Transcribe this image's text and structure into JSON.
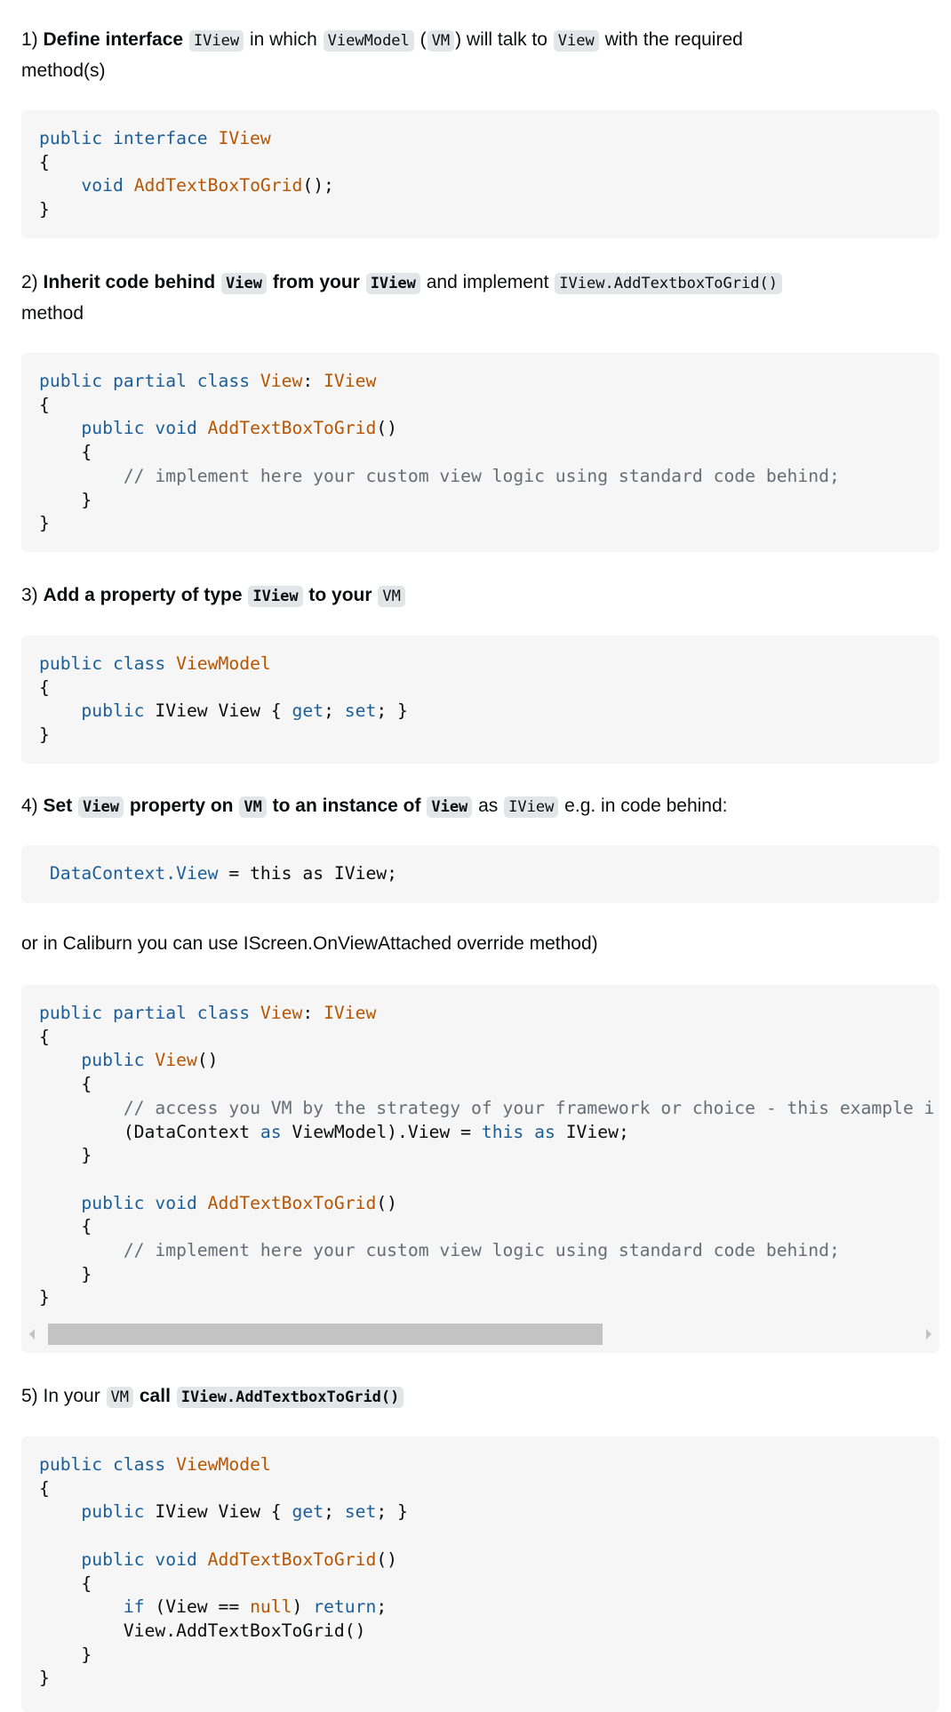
{
  "colors": {
    "keyword": "#1c5e98",
    "type": "#b75501",
    "comment": "#656e77",
    "code_bg": "#f6f6f6",
    "inline_code_bg": "#e3e6e8"
  },
  "paragraphs": [
    {
      "lines": [
        [
          [
            "t",
            "1) "
          ],
          [
            "b",
            "Define interface"
          ],
          [
            "t",
            " "
          ],
          [
            "c",
            "IView"
          ],
          [
            "t",
            " in which "
          ],
          [
            "c",
            "ViewModel"
          ],
          [
            "t",
            " ("
          ],
          [
            "c",
            "VM"
          ],
          [
            "t",
            ") will talk to "
          ],
          [
            "c",
            "View"
          ],
          [
            "t",
            " with the required"
          ]
        ],
        [
          [
            "t",
            "method(s)"
          ]
        ]
      ]
    },
    {
      "lines": [
        [
          [
            "t",
            "2) "
          ],
          [
            "b",
            "Inherit code behind"
          ],
          [
            "t",
            " "
          ],
          [
            "bc",
            "View"
          ],
          [
            "b",
            " from your "
          ],
          [
            "bc",
            "IView"
          ],
          [
            "t",
            " and implement "
          ],
          [
            "c",
            "IView.AddTextboxToGrid()"
          ]
        ],
        [
          [
            "t",
            "method"
          ]
        ]
      ]
    },
    {
      "lines": [
        [
          [
            "t",
            "3) "
          ],
          [
            "b",
            "Add a property of type "
          ],
          [
            "bc",
            "IView"
          ],
          [
            "b",
            " to your "
          ],
          [
            "c",
            "VM"
          ]
        ]
      ]
    },
    {
      "lines": [
        [
          [
            "t",
            "4) "
          ],
          [
            "b",
            "Set "
          ],
          [
            "bc",
            "View"
          ],
          [
            "b",
            " property on "
          ],
          [
            "bc",
            "VM"
          ],
          [
            "b",
            " to an instance of "
          ],
          [
            "bc",
            "View"
          ],
          [
            "t",
            " as "
          ],
          [
            "c",
            "IView"
          ],
          [
            "t",
            " e.g. in code behind:"
          ]
        ]
      ]
    },
    {
      "lines": [
        [
          [
            "t",
            "or in Caliburn you can use IScreen.OnViewAttached override method)"
          ]
        ]
      ]
    },
    {
      "lines": [
        [
          [
            "t",
            "5) In your "
          ],
          [
            "c",
            "VM"
          ],
          [
            "t",
            " "
          ],
          [
            "b",
            "call"
          ],
          [
            "t",
            " "
          ],
          [
            "bc",
            "IView.AddTextboxToGrid()"
          ]
        ]
      ]
    }
  ],
  "code_blocks": [
    [
      [
        [
          "k",
          "public interface "
        ],
        [
          "t",
          "IView"
        ]
      ],
      [
        [
          "p",
          "{"
        ]
      ],
      [
        [
          "p",
          "    "
        ],
        [
          "k",
          "void "
        ],
        [
          "t",
          "AddTextBoxToGrid"
        ],
        [
          "p",
          "();"
        ]
      ],
      [
        [
          "p",
          "}"
        ]
      ]
    ],
    [
      [
        [
          "k",
          "public partial class "
        ],
        [
          "t",
          "View"
        ],
        [
          "p",
          ": "
        ],
        [
          "t",
          "IView"
        ]
      ],
      [
        [
          "p",
          "{"
        ]
      ],
      [
        [
          "p",
          "    "
        ],
        [
          "k",
          "public void "
        ],
        [
          "t",
          "AddTextBoxToGrid"
        ],
        [
          "p",
          "()"
        ]
      ],
      [
        [
          "p",
          "    {"
        ]
      ],
      [
        [
          "p",
          "        "
        ],
        [
          "c",
          "// implement here your custom view logic using standard code behind;"
        ]
      ],
      [
        [
          "p",
          "    }"
        ]
      ],
      [
        [
          "p",
          "}"
        ]
      ]
    ],
    [
      [
        [
          "k",
          "public class "
        ],
        [
          "t",
          "ViewModel"
        ]
      ],
      [
        [
          "p",
          "{"
        ]
      ],
      [
        [
          "p",
          "    "
        ],
        [
          "k",
          "public"
        ],
        [
          "p",
          " IView View { "
        ],
        [
          "k",
          "get"
        ],
        [
          "p",
          "; "
        ],
        [
          "k",
          "set"
        ],
        [
          "p",
          "; }"
        ]
      ],
      [
        [
          "p",
          "}"
        ]
      ]
    ],
    [
      [
        [
          "p",
          " "
        ],
        [
          "k",
          "DataContext.View"
        ],
        [
          "p",
          " = this as IView;"
        ]
      ]
    ],
    [
      [
        [
          "k",
          "public partial class "
        ],
        [
          "t",
          "View"
        ],
        [
          "p",
          ": "
        ],
        [
          "t",
          "IView"
        ]
      ],
      [
        [
          "p",
          "{"
        ]
      ],
      [
        [
          "p",
          "    "
        ],
        [
          "k",
          "public "
        ],
        [
          "t",
          "View"
        ],
        [
          "p",
          "()"
        ]
      ],
      [
        [
          "p",
          "    {"
        ]
      ],
      [
        [
          "p",
          "        "
        ],
        [
          "c",
          "// access you VM by the strategy of your framework or choice - this example i"
        ]
      ],
      [
        [
          "p",
          "        (DataContext "
        ],
        [
          "k",
          "as"
        ],
        [
          "p",
          " ViewModel).View = "
        ],
        [
          "k",
          "this as"
        ],
        [
          "p",
          " IView;"
        ]
      ],
      [
        [
          "p",
          "    }"
        ]
      ],
      [
        [
          "p",
          ""
        ]
      ],
      [
        [
          "p",
          "    "
        ],
        [
          "k",
          "public void "
        ],
        [
          "t",
          "AddTextBoxToGrid"
        ],
        [
          "p",
          "()"
        ]
      ],
      [
        [
          "p",
          "    {"
        ]
      ],
      [
        [
          "p",
          "        "
        ],
        [
          "c",
          "// implement here your custom view logic using standard code behind;"
        ]
      ],
      [
        [
          "p",
          "    }"
        ]
      ],
      [
        [
          "p",
          "}"
        ]
      ]
    ],
    [
      [
        [
          "k",
          "public class "
        ],
        [
          "t",
          "ViewModel"
        ]
      ],
      [
        [
          "p",
          "{"
        ]
      ],
      [
        [
          "p",
          "    "
        ],
        [
          "k",
          "public"
        ],
        [
          "p",
          " IView View { "
        ],
        [
          "k",
          "get"
        ],
        [
          "p",
          "; "
        ],
        [
          "k",
          "set"
        ],
        [
          "p",
          "; }"
        ]
      ],
      [
        [
          "p",
          ""
        ]
      ],
      [
        [
          "p",
          "    "
        ],
        [
          "k",
          "public void "
        ],
        [
          "t",
          "AddTextBoxToGrid"
        ],
        [
          "p",
          "()"
        ]
      ],
      [
        [
          "p",
          "    {"
        ]
      ],
      [
        [
          "p",
          "        "
        ],
        [
          "k",
          "if"
        ],
        [
          "p",
          " (View == "
        ],
        [
          "t",
          "null"
        ],
        [
          "p",
          ") "
        ],
        [
          "k",
          "return"
        ],
        [
          "p",
          ";"
        ]
      ],
      [
        [
          "p",
          "        View.AddTextBoxToGrid()"
        ]
      ],
      [
        [
          "p",
          "    }"
        ]
      ],
      [
        [
          "p",
          "}"
        ]
      ]
    ]
  ],
  "scrollbar": {
    "thumb_fraction": 0.6,
    "position": 0
  }
}
